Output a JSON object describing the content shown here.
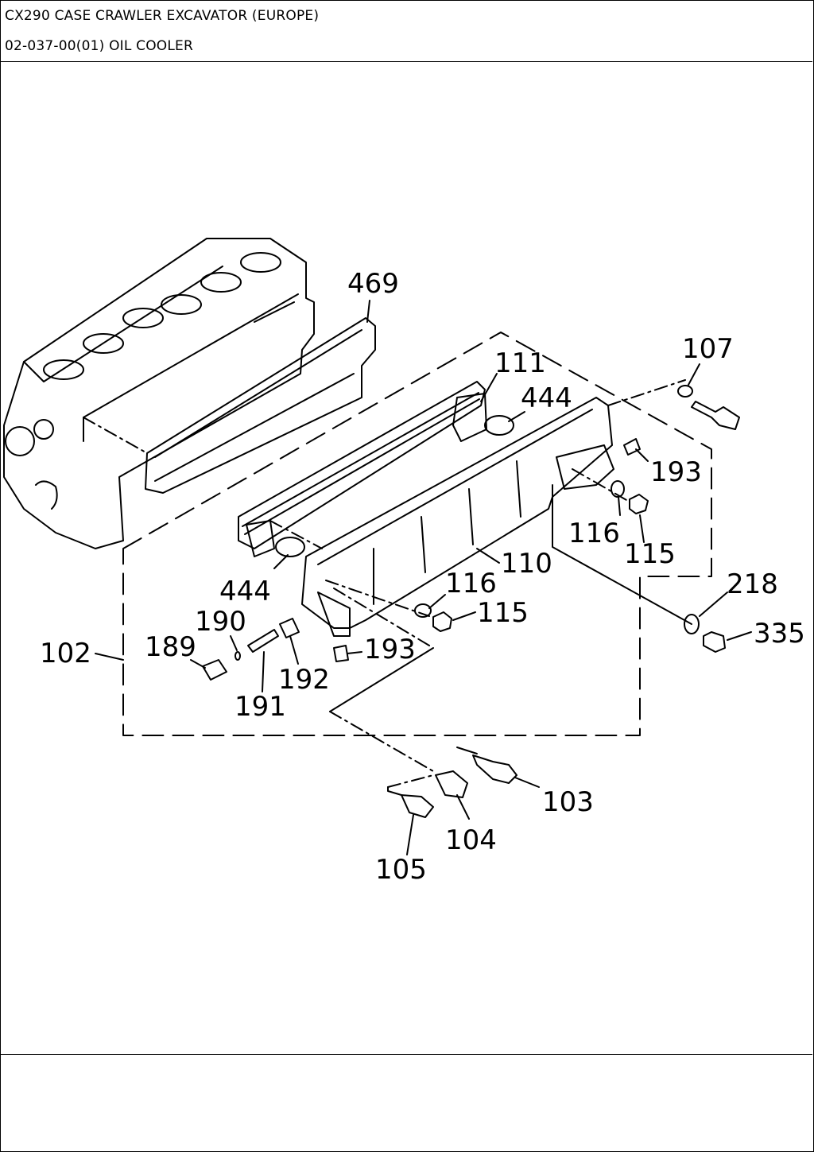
{
  "header": {
    "model_title": "CX290 CASE CRAWLER EXCAVATOR (EUROPE)",
    "section_title": "02-037-00(01) OIL COOLER"
  },
  "diagram": {
    "labels": {
      "p469": "469",
      "p111": "111",
      "p444a": "444",
      "p107": "107",
      "p193a": "193",
      "p116a": "116",
      "p115a": "115",
      "p110": "110",
      "p444b": "444",
      "p116b": "116",
      "p218": "218",
      "p190": "190",
      "p115b": "115",
      "p335": "335",
      "p102": "102",
      "p189": "189",
      "p193b": "193",
      "p192": "192",
      "p191": "191",
      "p103": "103",
      "p104": "104",
      "p105": "105"
    }
  }
}
